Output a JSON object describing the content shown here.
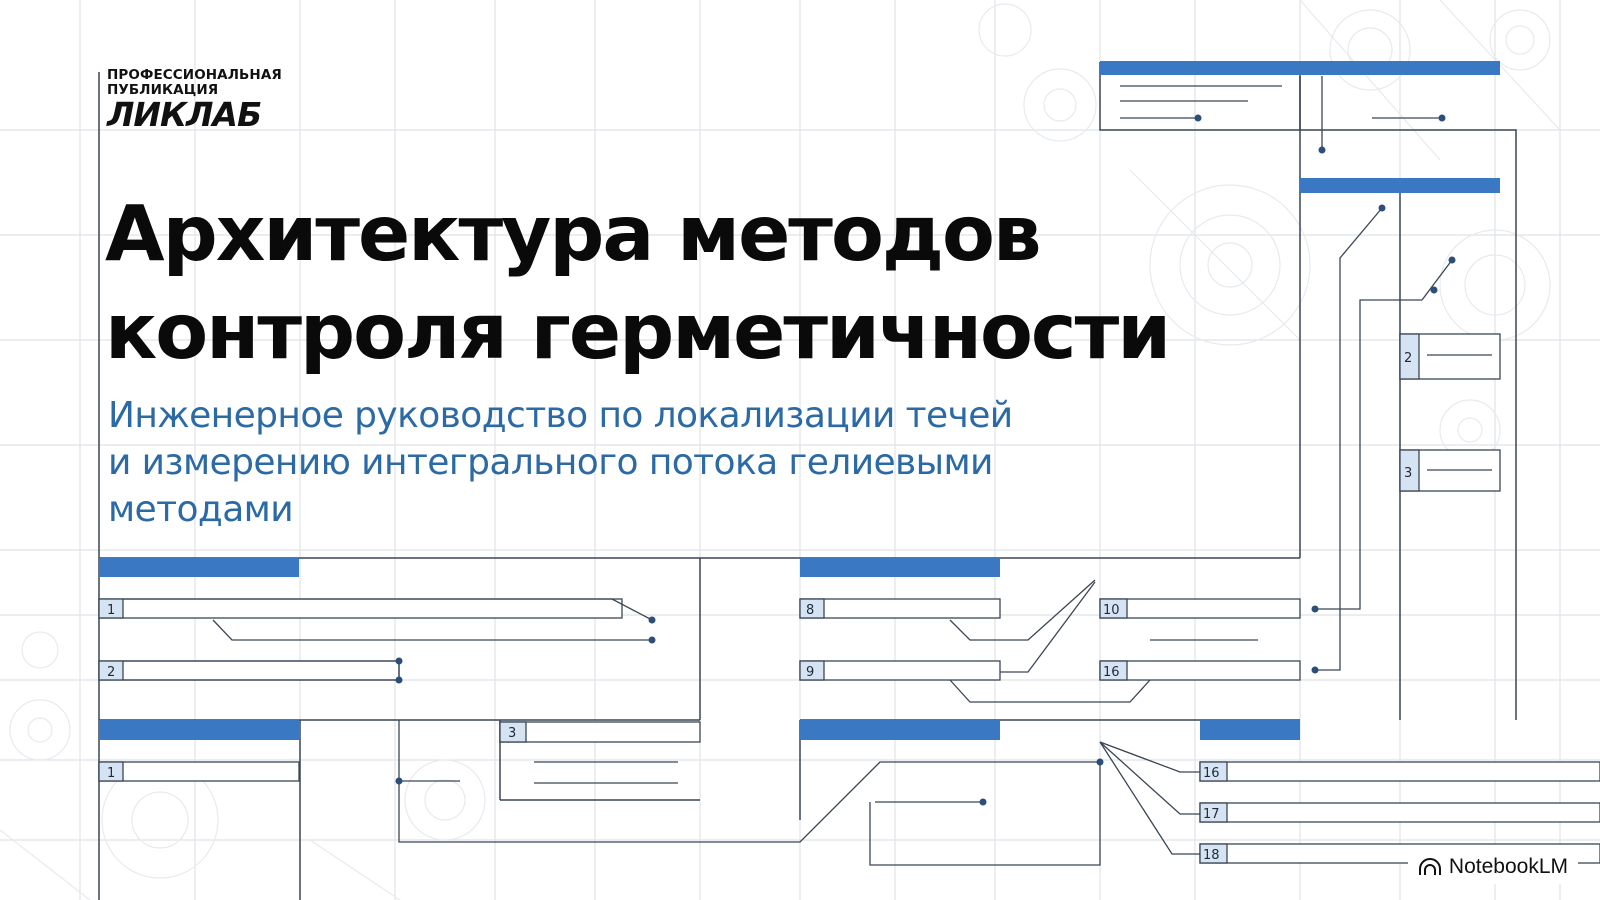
{
  "brand": {
    "line1": "ПРОФЕССИОНАЛЬНАЯ",
    "line2": "ПУБЛИКАЦИЯ",
    "name": "ЛИКЛАБ"
  },
  "title": {
    "line1": "Архитектура методов",
    "line2": "контроля герметичности"
  },
  "subtitle": {
    "line1": "Инженерное руководство по локализации течей",
    "line2": "и измерению интегрального потока гелиевыми",
    "line3": "методами"
  },
  "diagram": {
    "accent_color": "#3b78c4",
    "line_color": "#2b3a4a",
    "labels": {
      "a1": "1",
      "a2": "2",
      "b1": "1",
      "b3": "3",
      "c8": "8",
      "c9": "9",
      "d10": "10",
      "d16": "16",
      "e16": "16",
      "e17": "17",
      "e18": "18",
      "r2": "2",
      "r3": "3"
    }
  },
  "badge": {
    "icon": "notebooklm-icon",
    "label": "NotebookLM"
  }
}
